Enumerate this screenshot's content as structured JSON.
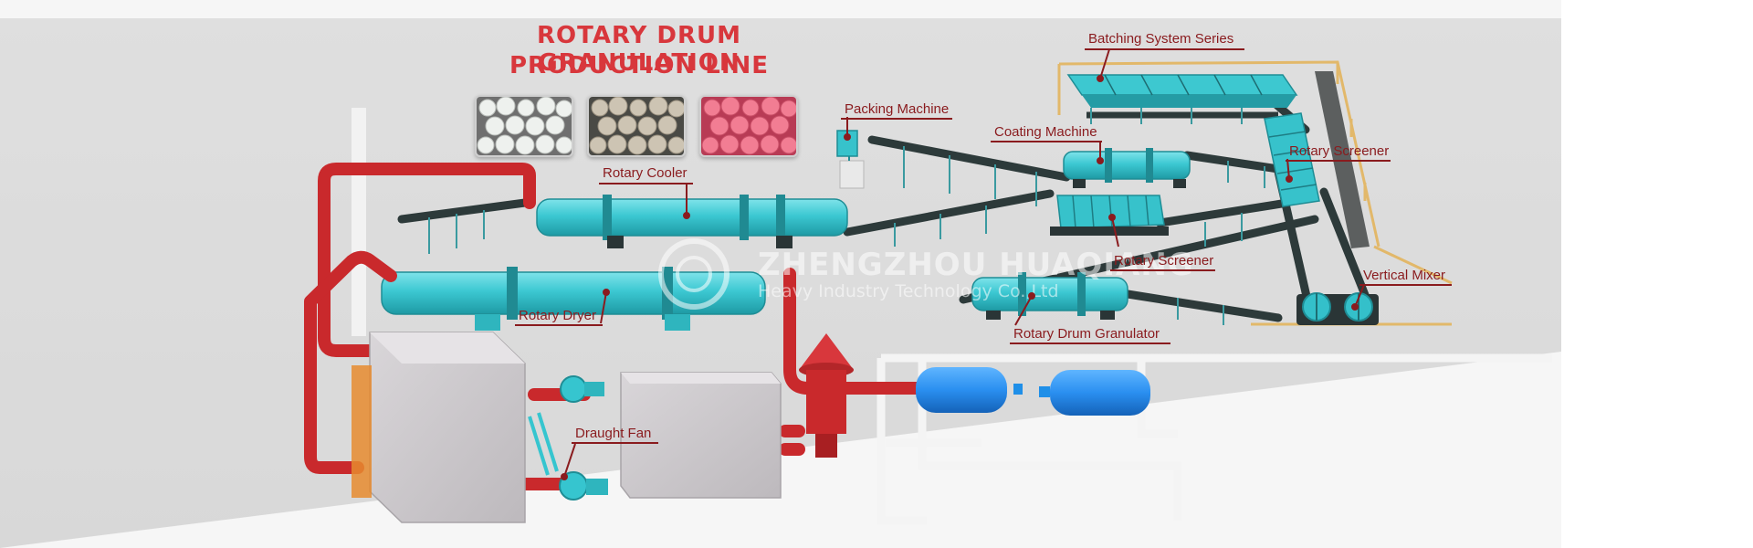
{
  "title": {
    "line1": "ROTARY DRUM GRANULATION",
    "line2": "PRODUCTION LINE"
  },
  "samples": [
    {
      "name": "white granules",
      "color": "#e9ece9"
    },
    {
      "name": "grey granules",
      "color": "#c9bfae"
    },
    {
      "name": "pink granules",
      "color": "#ee6f86"
    }
  ],
  "labels": {
    "batching": "Batching System Series",
    "packing": "Packing Machine",
    "coating": "Coating Machine",
    "screener_top": "Rotary Screener",
    "cooler": "Rotary Cooler",
    "screener_mid": "Rotary Screener",
    "mixer": "Vertical Mixer",
    "dryer": "Rotary Dryer",
    "granulator": "Rotary Drum Granulator",
    "fan": "Draught Fan"
  },
  "watermark": {
    "company": "ZHENGZHOU HUAQIANG",
    "tagline": "Heavy Industry Technology Co.,Ltd"
  },
  "colors": {
    "drum": "#36c5cf",
    "pipe": "#c9292c",
    "tank": "#1f8fe8",
    "label": "#8a1b1e",
    "title": "#d8373c",
    "conveyor": "#2d3a3a",
    "frame": "#e2b86a"
  }
}
